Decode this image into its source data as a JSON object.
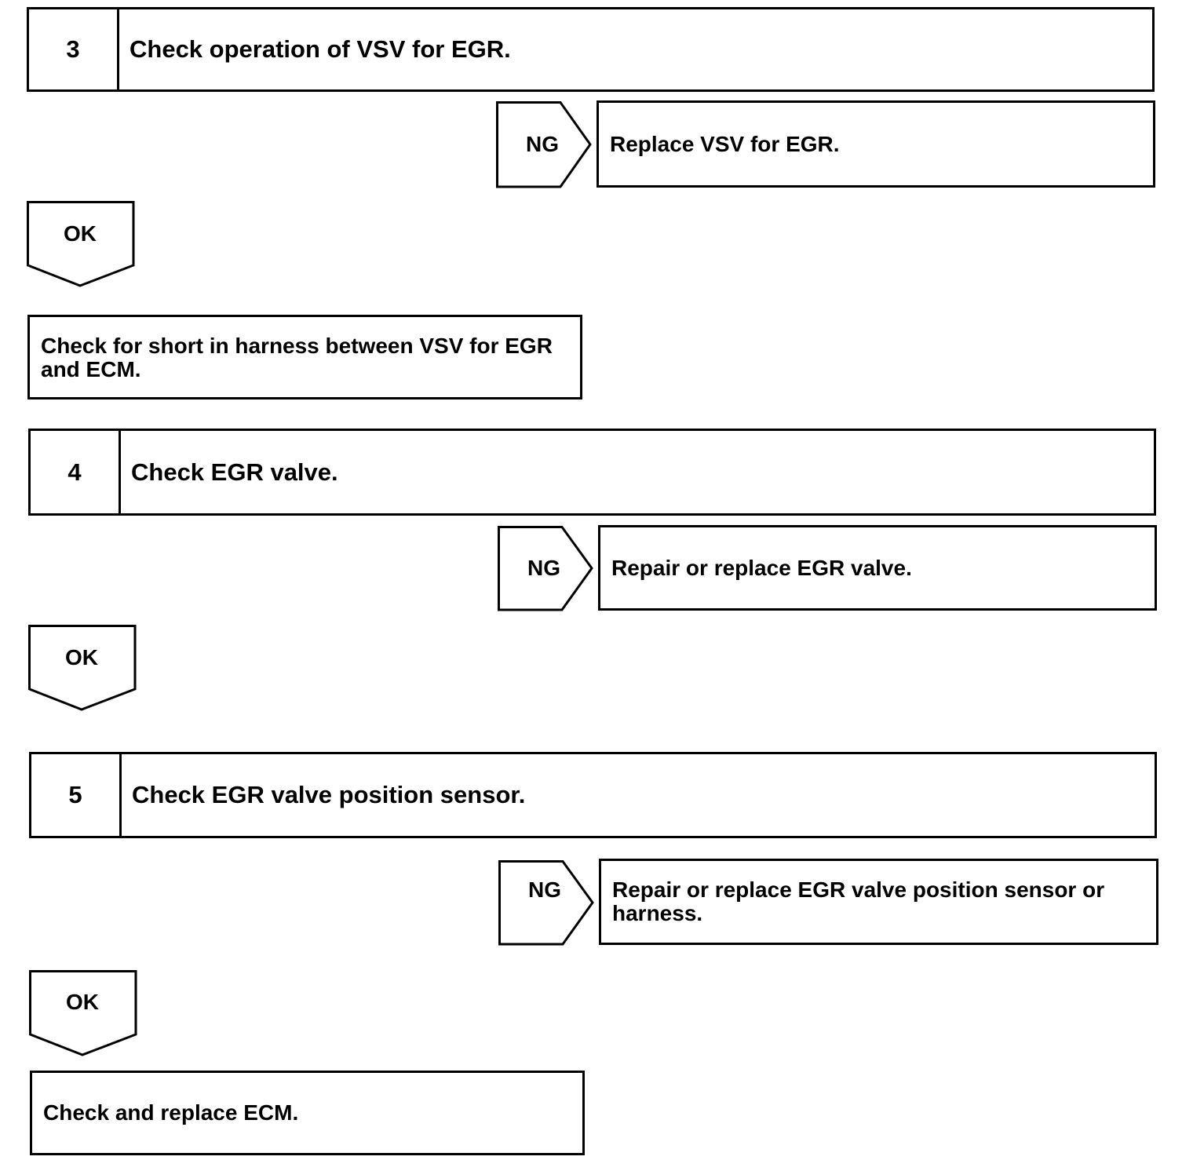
{
  "steps": [
    {
      "number": "3",
      "text": "Check operation of VSV for EGR.",
      "ng_label": "NG",
      "ng_action": "Replace VSV for EGR.",
      "ok_label": "OK"
    },
    {
      "number": "4",
      "text": "Check EGR valve.",
      "ng_label": "NG",
      "ng_action": "Repair or replace EGR valve.",
      "ok_label": "OK"
    },
    {
      "number": "5",
      "text": "Check EGR valve position sensor.",
      "ng_label": "NG",
      "ng_action": "Repair or replace EGR valve position sensor or harness.",
      "ok_label": "OK"
    }
  ],
  "actions": {
    "after_step_3": "Check for short in harness between VSV for EGR and ECM.",
    "final": "Check and replace ECM."
  }
}
